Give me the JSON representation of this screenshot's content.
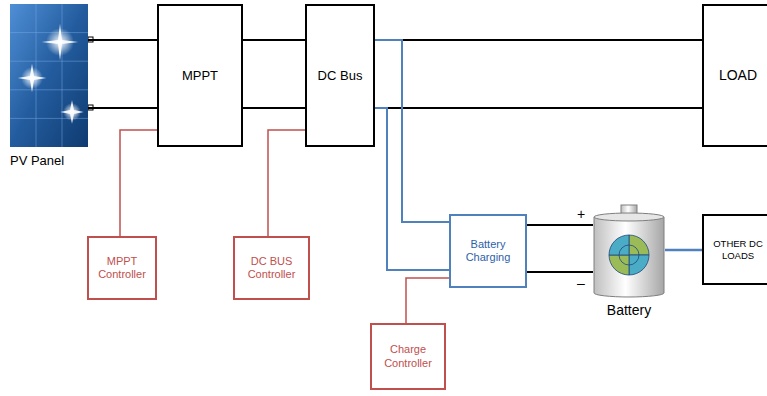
{
  "diagram": {
    "nodes": [
      {
        "text": [
          "PV Panel"
        ]
      },
      {
        "text": [
          "MPPT"
        ]
      },
      {
        "text": [
          "DC Bus"
        ]
      },
      {
        "text": [
          "LOAD"
        ]
      },
      {
        "text": [
          "Battery Charging"
        ]
      },
      {
        "text": [
          "Battery"
        ]
      },
      {
        "text": [
          "OTHER DC LOADS"
        ]
      },
      {
        "text": [
          "MPPT Controller"
        ]
      },
      {
        "text": [
          "DC BUS Controller"
        ]
      },
      {
        "text": [
          "Charge Controller"
        ]
      }
    ],
    "edges": [
      {
        "from": 0,
        "to": 1,
        "arrow": "none"
      },
      {
        "from": 0,
        "to": 1,
        "arrow": "none"
      },
      {
        "from": 1,
        "to": 2,
        "arrow": "none"
      },
      {
        "from": 1,
        "to": 2,
        "arrow": "none"
      },
      {
        "from": 2,
        "to": 3,
        "arrow": "none"
      },
      {
        "from": 2,
        "to": 3,
        "arrow": "none"
      },
      {
        "from": 2,
        "to": 4,
        "arrow": "none"
      },
      {
        "from": 2,
        "to": 4,
        "arrow": "none"
      },
      {
        "from": 4,
        "to": 5,
        "arrow": "none"
      },
      {
        "from": 4,
        "to": 5,
        "arrow": "none"
      },
      {
        "from": 5,
        "to": 6,
        "arrow": "none"
      },
      {
        "from": 1,
        "to": 7,
        "arrow": "none"
      },
      {
        "from": 2,
        "to": 8,
        "arrow": "none"
      },
      {
        "from": 4,
        "to": 9,
        "arrow": "none"
      }
    ],
    "labels": [
      "+",
      "–"
    ]
  }
}
